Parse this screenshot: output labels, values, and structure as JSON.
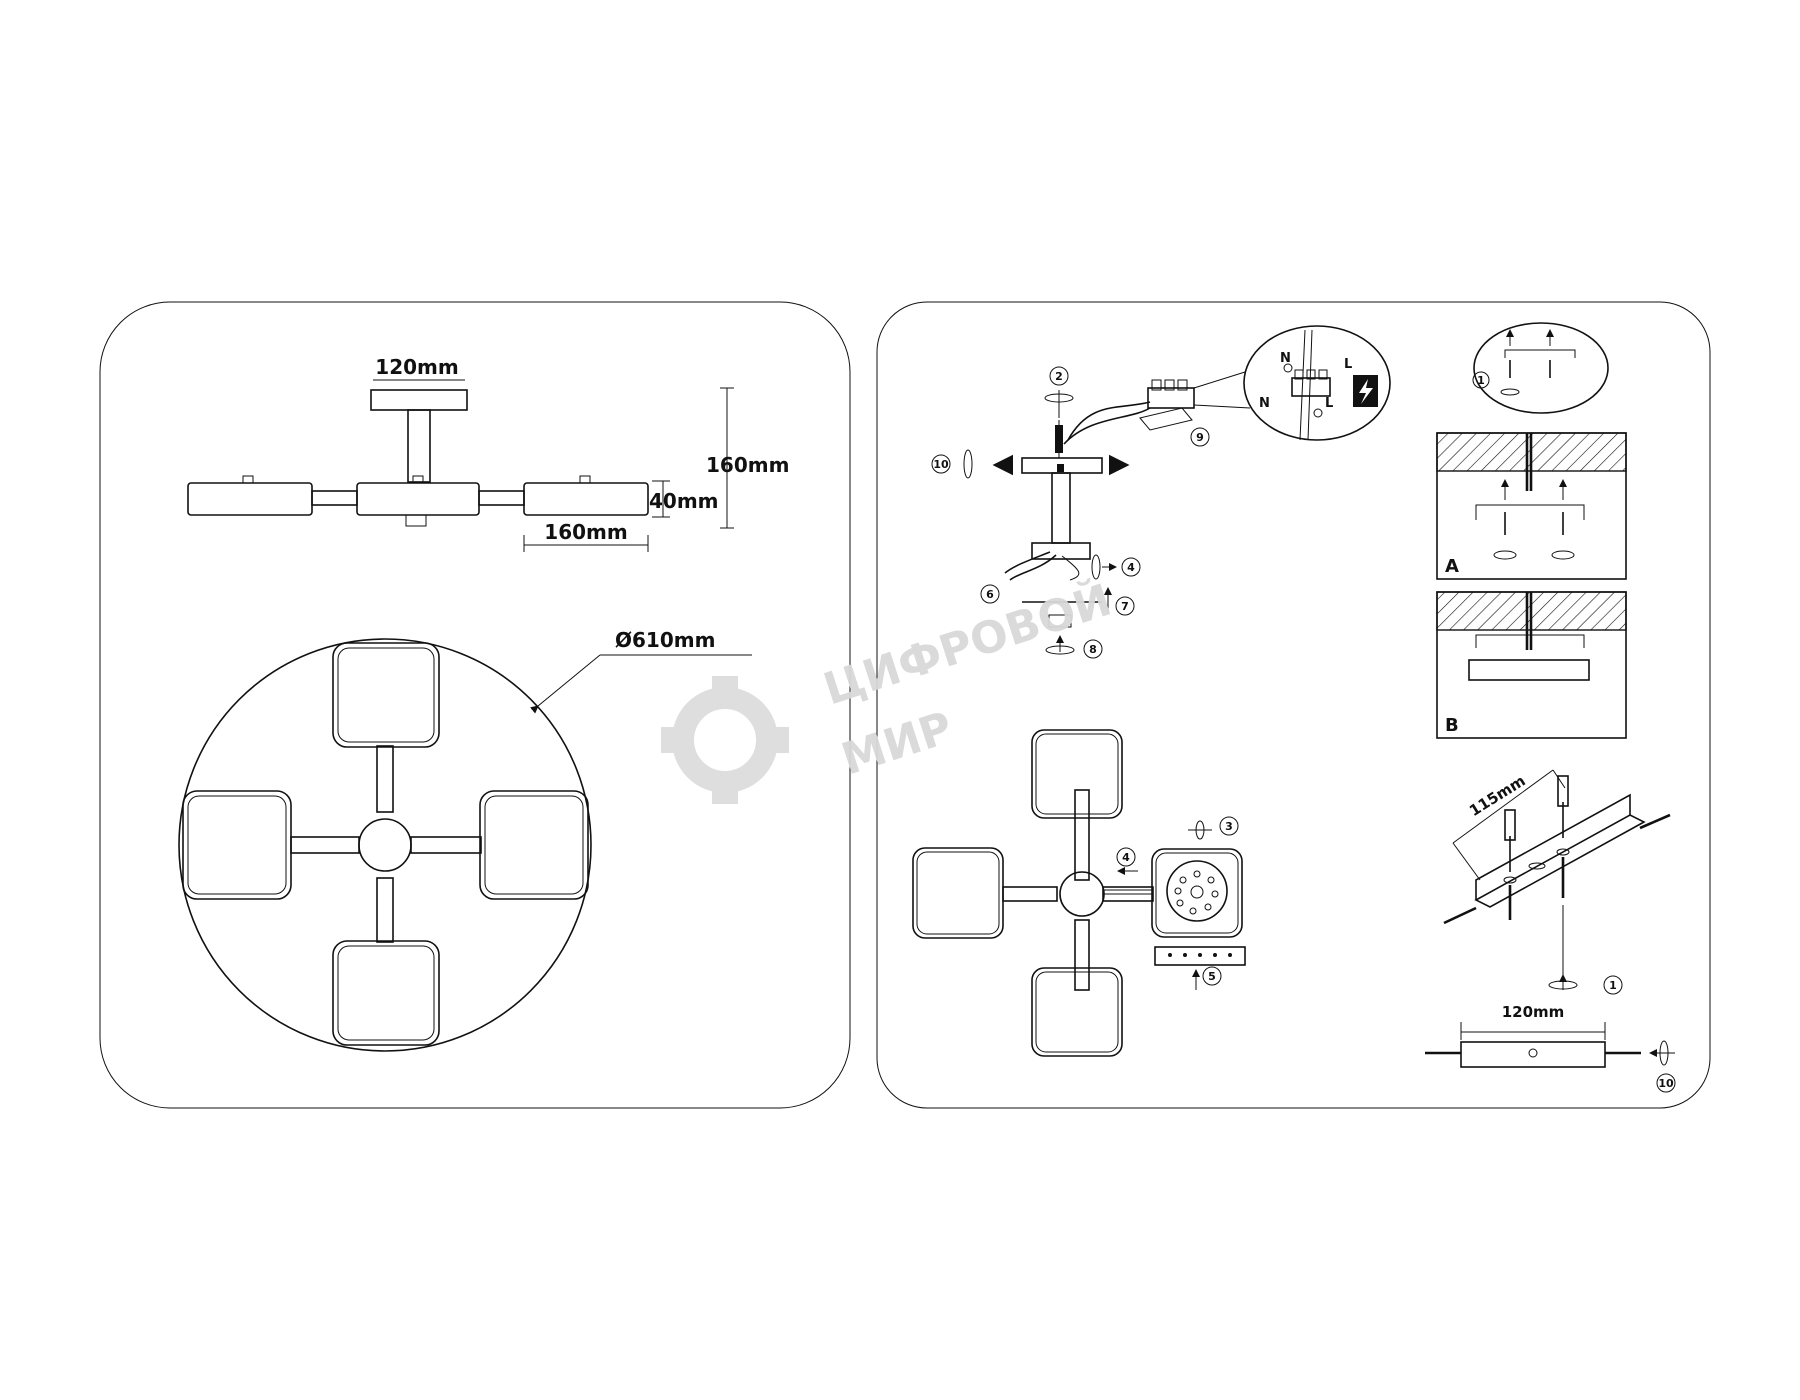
{
  "dimensions": {
    "mount_width": "120mm",
    "height_total": "160mm",
    "shade_height": "40mm",
    "shade_width": "160mm",
    "diameter": "Ø610mm",
    "bracket_span": "115mm",
    "plate_width": "120mm"
  },
  "wiring": {
    "neutral": "N",
    "live": "L"
  },
  "variants": {
    "a": "A",
    "b": "B"
  },
  "steps": {
    "s1": "1",
    "s2": "2",
    "s3": "3",
    "s4": "4",
    "s5": "5",
    "s6": "6",
    "s7": "7",
    "s8": "8",
    "s9": "9",
    "s10": "10"
  },
  "watermark": {
    "line1": "ЦИФРОВОЙ",
    "line2": "МИР"
  }
}
